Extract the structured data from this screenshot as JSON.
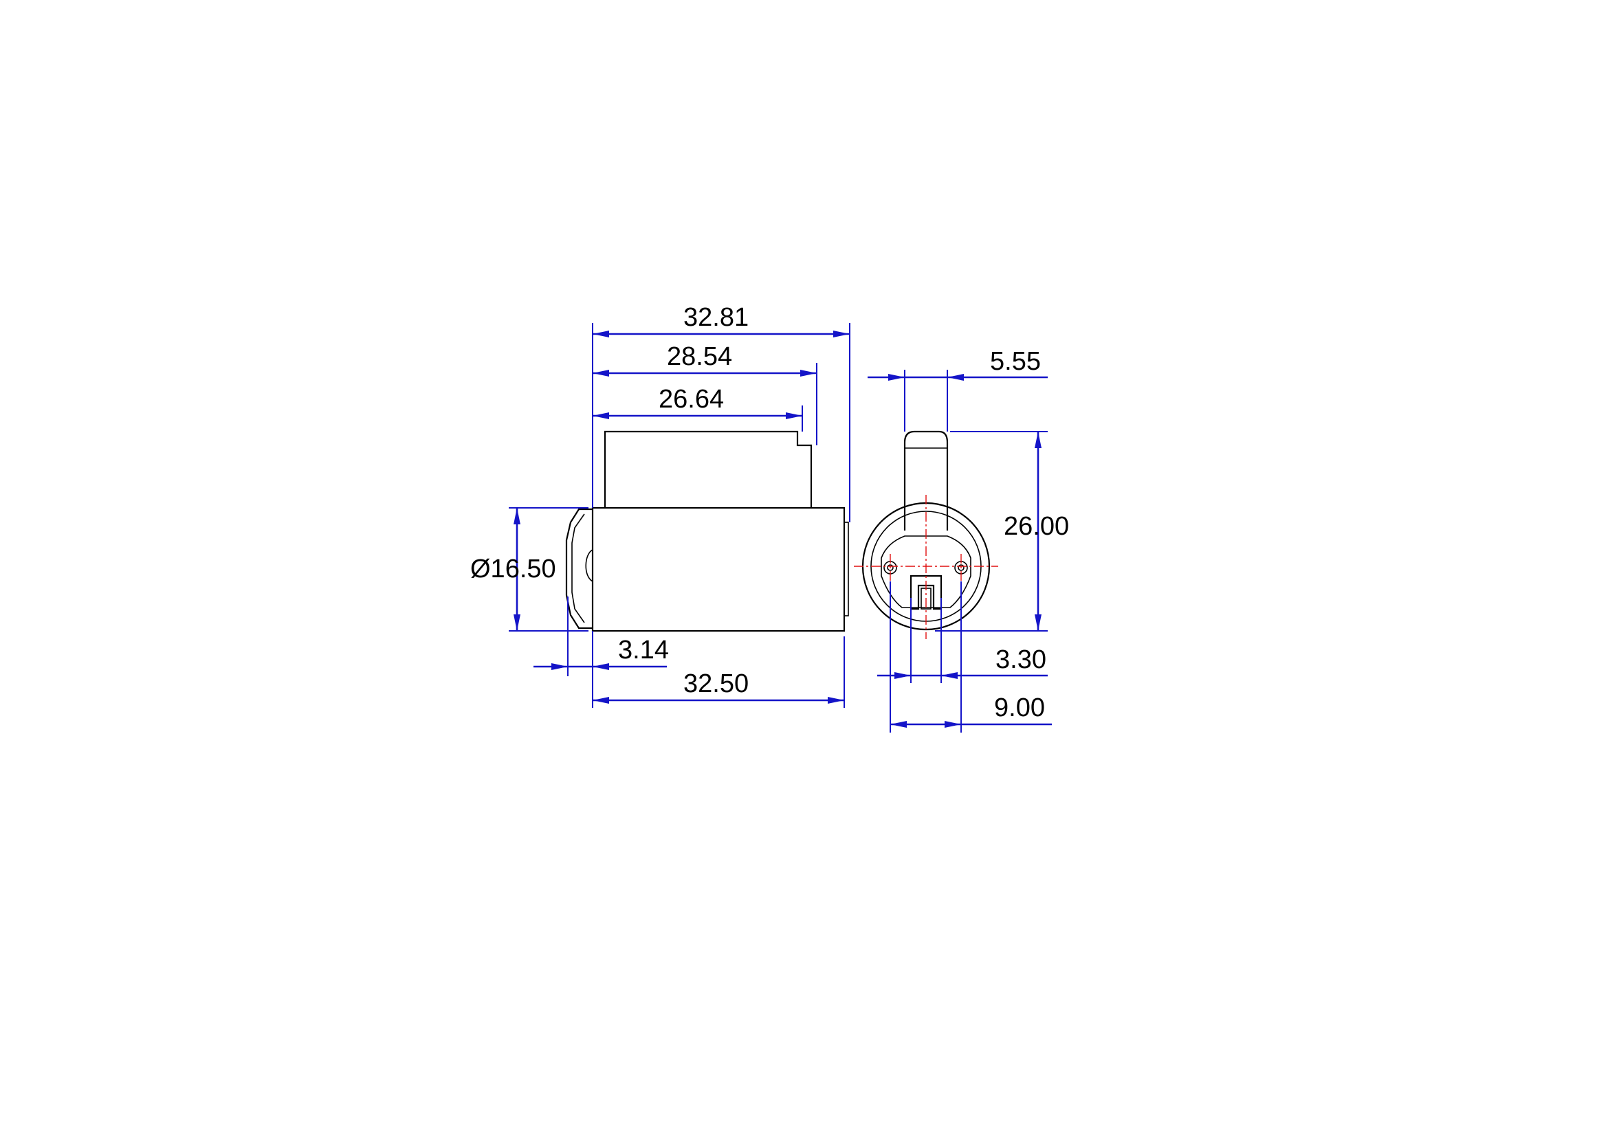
{
  "colors": {
    "background": "#ffffff",
    "part_outline": "#000000",
    "dimension": "#1414c8",
    "center_line": "#e01010",
    "text": "#000000"
  },
  "side_view": {
    "dimensions": {
      "overall_length": "32.81",
      "tailpiece_length": "28.54",
      "housing_length": "26.64",
      "diameter": "Ø16.50",
      "face_depth": "3.14",
      "body_length": "32.50"
    }
  },
  "end_view": {
    "dimensions": {
      "tail_width": "5.55",
      "overall_height": "26.00",
      "slot_width": "3.30",
      "pin_spacing": "9.00"
    }
  }
}
